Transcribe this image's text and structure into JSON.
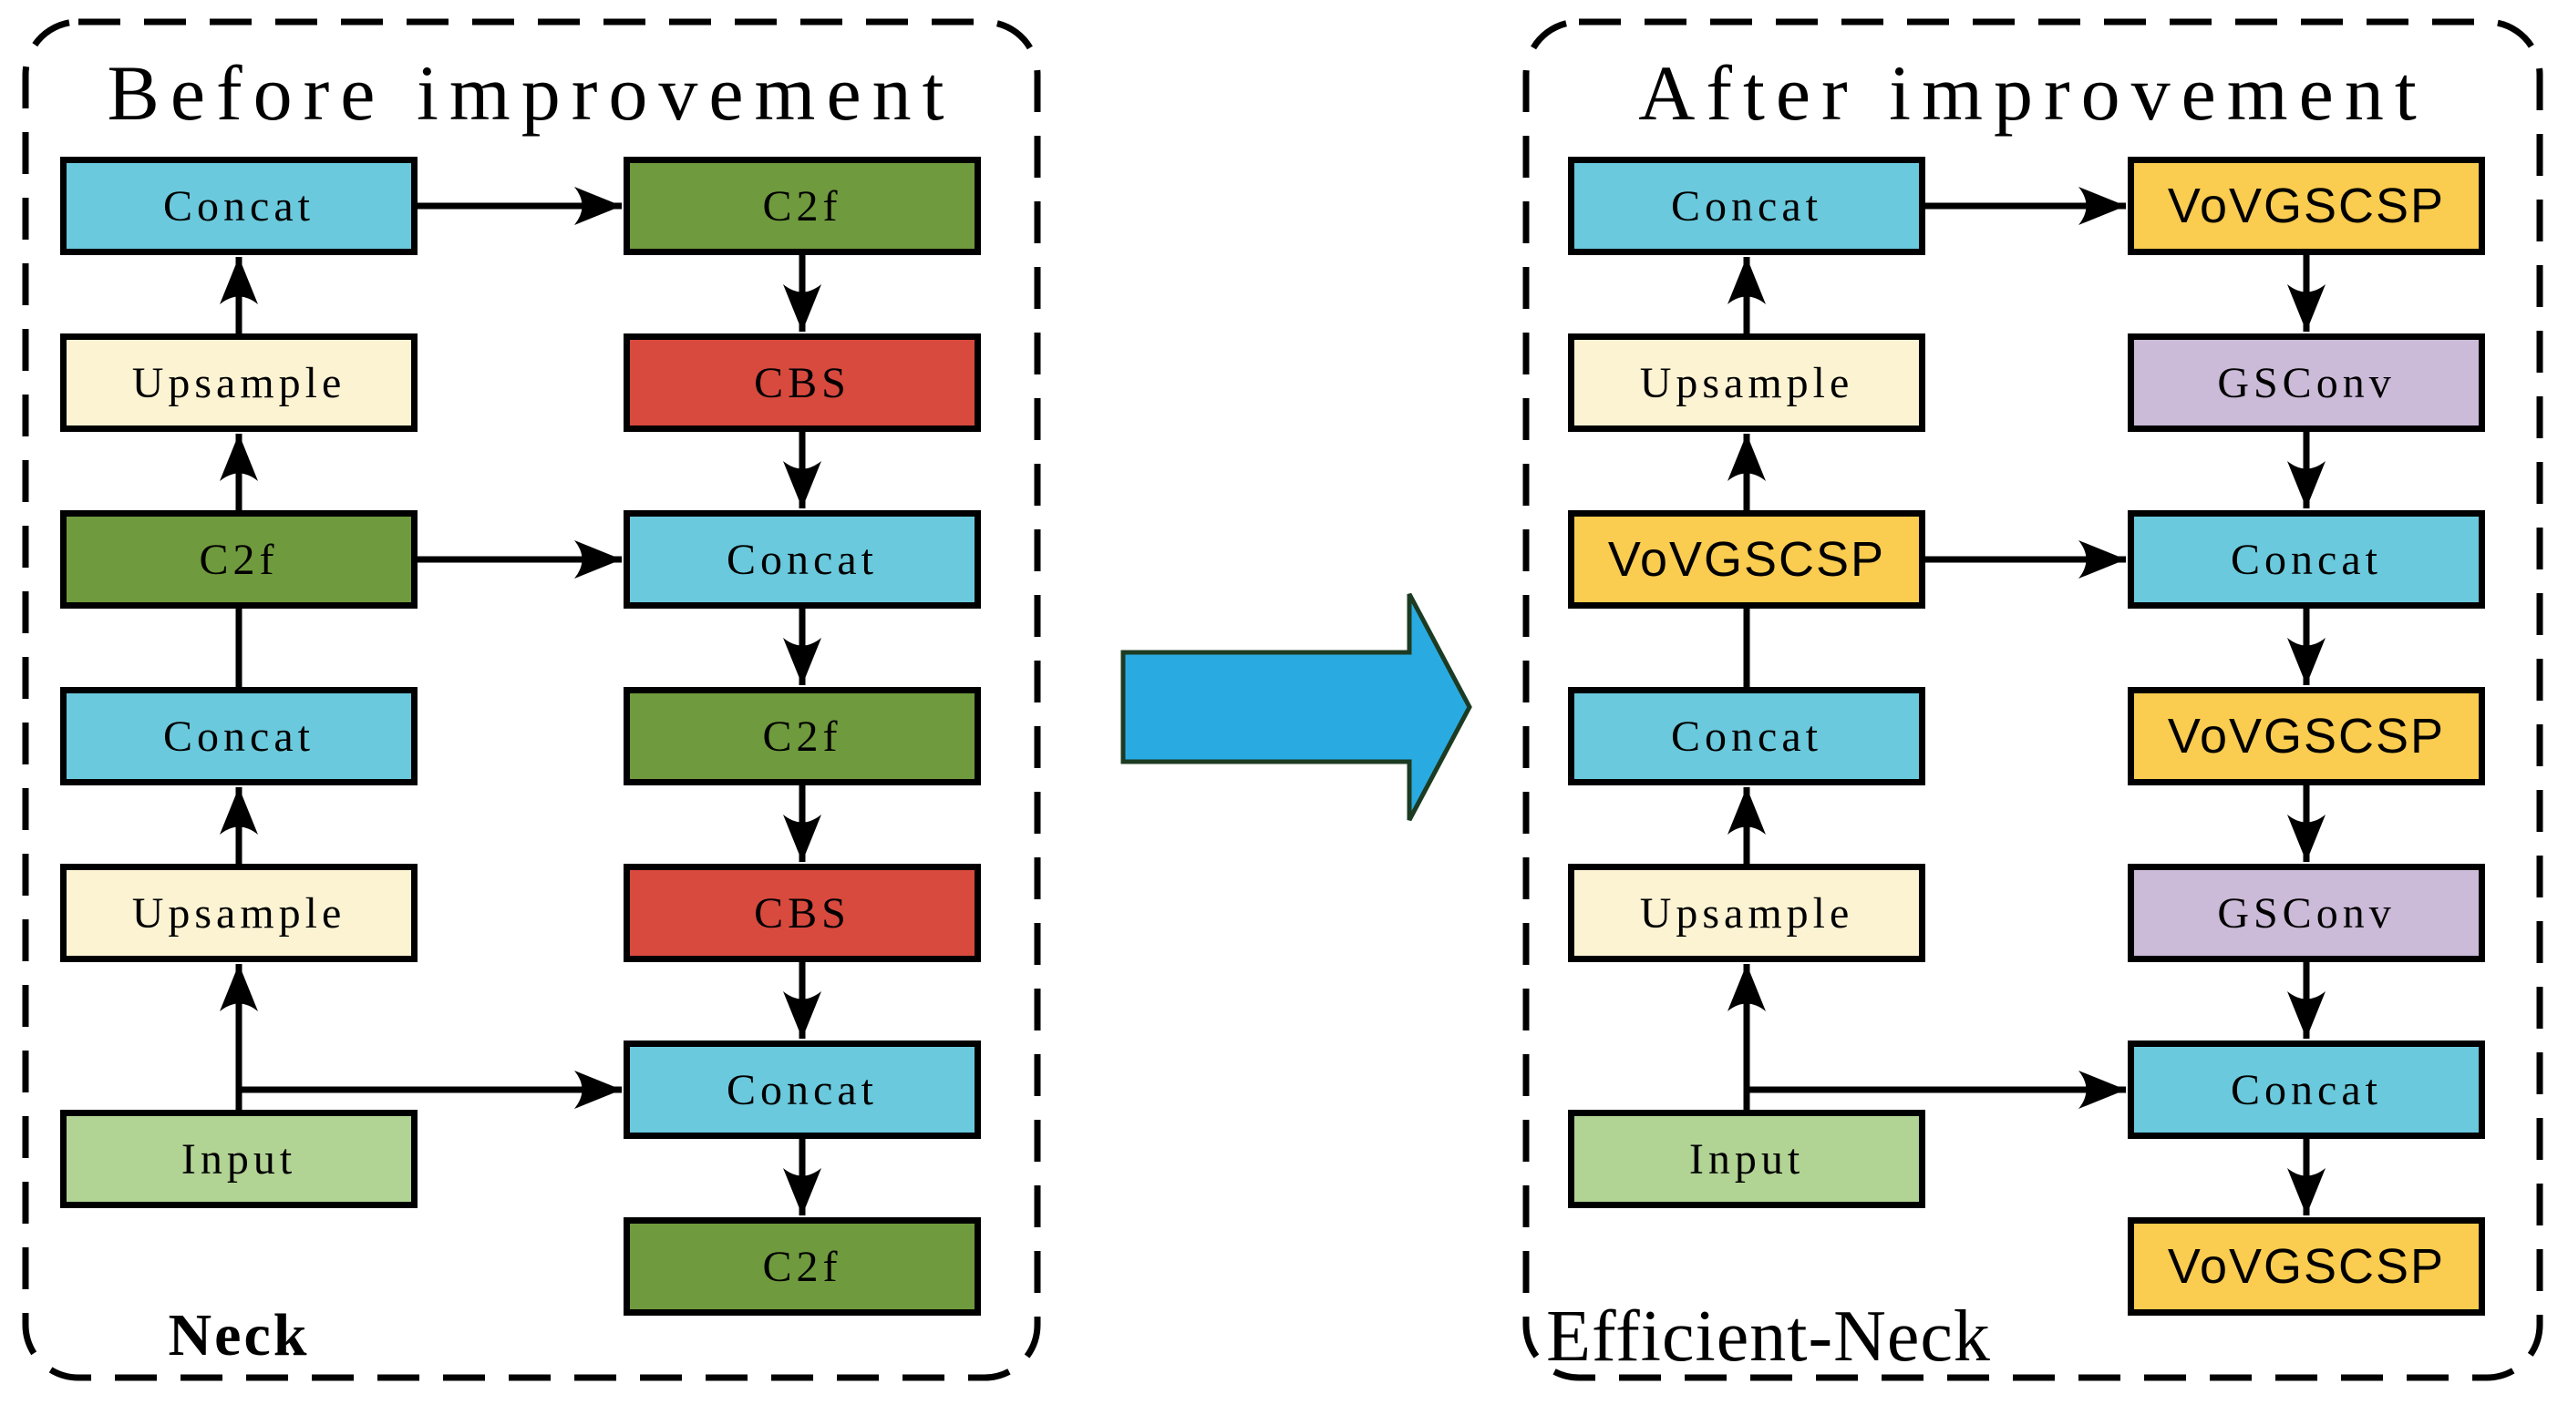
{
  "figure": {
    "before": {
      "title": "Before improvement",
      "caption": "Neck",
      "left_column": [
        "Concat",
        "Upsample",
        "C2f",
        "Concat",
        "Upsample",
        "Input"
      ],
      "right_column": [
        "C2f",
        "CBS",
        "Concat",
        "C2f",
        "CBS",
        "Concat",
        "C2f"
      ]
    },
    "after": {
      "title": "After improvement",
      "caption": "Efficient-Neck",
      "left_column": [
        "Concat",
        "Upsample",
        "VoVGSCSP",
        "Concat",
        "Upsample",
        "Input"
      ],
      "right_column": [
        "VoVGSCSP",
        "GSConv",
        "Concat",
        "VoVGSCSP",
        "GSConv",
        "Concat",
        "VoVGSCSP"
      ]
    },
    "colors": {
      "concat": "#6AC9DC",
      "c2f": "#6F9A3D",
      "cbs": "#D8493E",
      "upsample": "#FCF3D3",
      "input": "#B1D394",
      "vovgscsp": "#FACC4F",
      "gsconv": "#CBBAD8",
      "outline": "#000000",
      "transform_arrow": "#29ABE2"
    }
  }
}
